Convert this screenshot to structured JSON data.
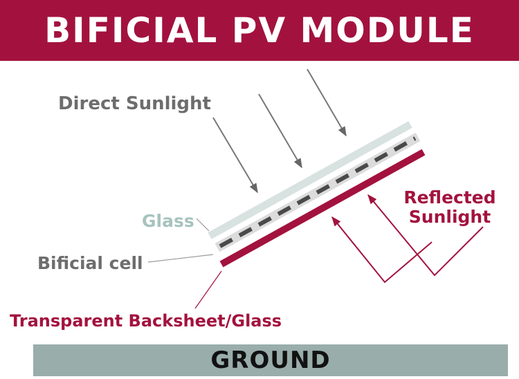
{
  "title": "BIFICIAL PV MODULE",
  "labels": {
    "direct_sunlight": "Direct Sunlight",
    "glass": "Glass",
    "bificial_cell": "Bificial cell",
    "backsheet": "Transparent Backsheet/Glass",
    "reflected_line1": "Reflected",
    "reflected_line2": "Sunlight"
  },
  "ground": "GROUND",
  "colors": {
    "brand_red": "#a3123e",
    "glass": "#d8e2e0",
    "cell_frame": "#dcdcdc",
    "cell_segment": "#4a4a4a",
    "ground": "#99adab",
    "arrow_gray": "#777777"
  }
}
